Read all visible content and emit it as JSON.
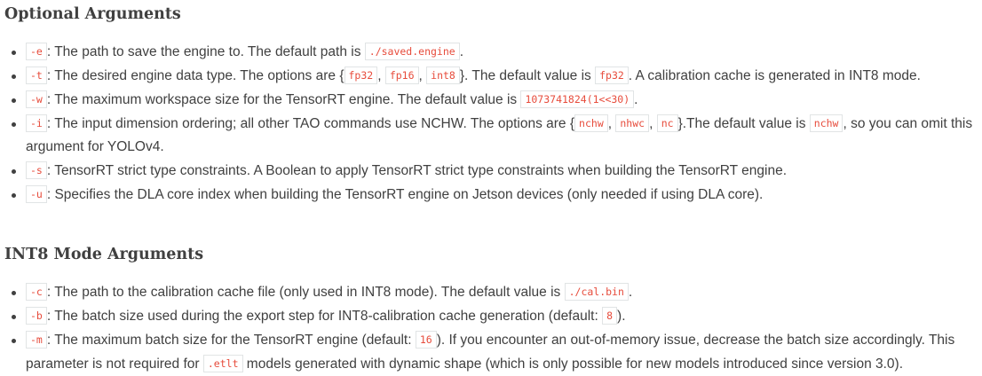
{
  "optional": {
    "heading": "Optional Arguments",
    "items": [
      {
        "flag": "-e",
        "p1": ": The path to save the engine to. The default path is ",
        "c1": "./saved.engine",
        "p2": "."
      },
      {
        "flag": "-t",
        "p1": ": The desired engine data type. The options are {",
        "c1": "fp32",
        "s1": ",",
        "c2": "fp16",
        "s2": ",",
        "c3": "int8",
        "p2": "}. The default value is ",
        "c4": "fp32",
        "p3": ". A calibration cache is generated in INT8 mode."
      },
      {
        "flag": "-w",
        "p1": ": The maximum workspace size for the TensorRT engine. The default value is ",
        "c1": "1073741824(1<<30)",
        "p2": "."
      },
      {
        "flag": "-i",
        "p1": ": The input dimension ordering; all other TAO commands use NCHW. The options are {",
        "c1": "nchw",
        "s1": ",",
        "c2": "nhwc",
        "s2": ",",
        "c3": "nc",
        "p2": "}.The default value is ",
        "c4": "nchw",
        "p3": ", so you can omit this argument for YOLOv4."
      },
      {
        "flag": "-s",
        "p1": ": TensorRT strict type constraints. A Boolean to apply TensorRT strict type constraints when building the TensorRT engine."
      },
      {
        "flag": "-u",
        "p1": ": Specifies the DLA core index when building the TensorRT engine on Jetson devices (only needed if using DLA core)."
      }
    ]
  },
  "int8": {
    "heading": "INT8 Mode Arguments",
    "items": [
      {
        "flag": "-c",
        "p1": ": The path to the calibration cache file (only used in INT8 mode). The default value is ",
        "c1": "./cal.bin",
        "p2": "."
      },
      {
        "flag": "-b",
        "p1": ": The batch size used during the export step for INT8-calibration cache generation (default: ",
        "c1": "8",
        "p2": ")."
      },
      {
        "flag": "-m",
        "p1": ": The maximum batch size for the TensorRT engine (default: ",
        "c1": "16",
        "p2": "). If you encounter an out-of-memory issue, decrease the batch size accordingly. This parameter is not required for ",
        "c2": ".etlt",
        "p3": " models generated with dynamic shape (which is only possible for new models introduced since version 3.0)."
      }
    ]
  },
  "colors": {
    "text": "#404040",
    "code": "#e74c3c",
    "code_border": "#e1e4e5"
  }
}
